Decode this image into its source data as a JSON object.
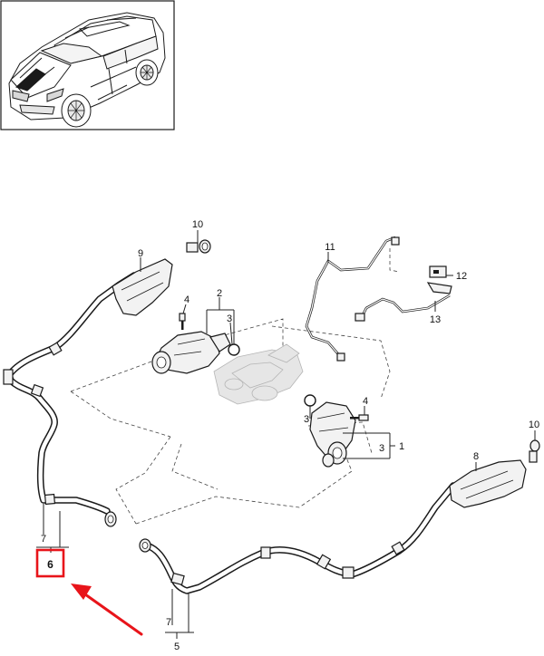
{
  "diagram": {
    "part_numbers": {
      "p1": "1",
      "p2": "2",
      "p3_left": "3",
      "p3_right": "3",
      "p3_bracket": "3",
      "p4_left": "4",
      "p4_right": "4",
      "p5": "5",
      "p6": "6",
      "p7_left": "7",
      "p7_right": "7",
      "p8": "8",
      "p9": "9",
      "p10_left": "10",
      "p10_right": "10",
      "p11": "11",
      "p12": "12",
      "p13": "13"
    },
    "highlight": {
      "target": "6",
      "box_color": "#e8141a",
      "arrow_color": "#e8141a"
    }
  }
}
